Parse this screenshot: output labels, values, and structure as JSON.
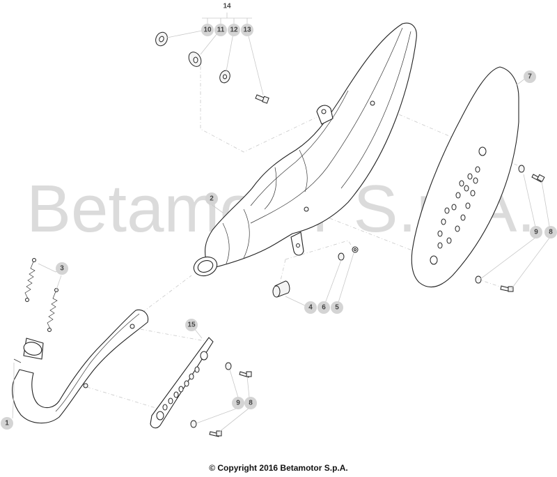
{
  "watermark": "Betamotor S.p.A.",
  "copyright": "© Copyright 2016 Betamotor S.p.A.",
  "callouts": {
    "c1": "1",
    "c2": "2",
    "c3": "3",
    "c4": "4",
    "c5": "5",
    "c6": "6",
    "c7": "7",
    "c8_right": "8",
    "c9_right": "9",
    "c8_lower": "8",
    "c9_lower": "9",
    "c10": "10",
    "c11": "11",
    "c12": "12",
    "c13": "13",
    "c14": "14",
    "c15": "15"
  },
  "colors": {
    "background": "#ffffff",
    "line_art": "#222222",
    "callout_badge": "#d4d4d4",
    "leader_lines": "#c8c8c8",
    "watermark": "#bdbdbd"
  }
}
